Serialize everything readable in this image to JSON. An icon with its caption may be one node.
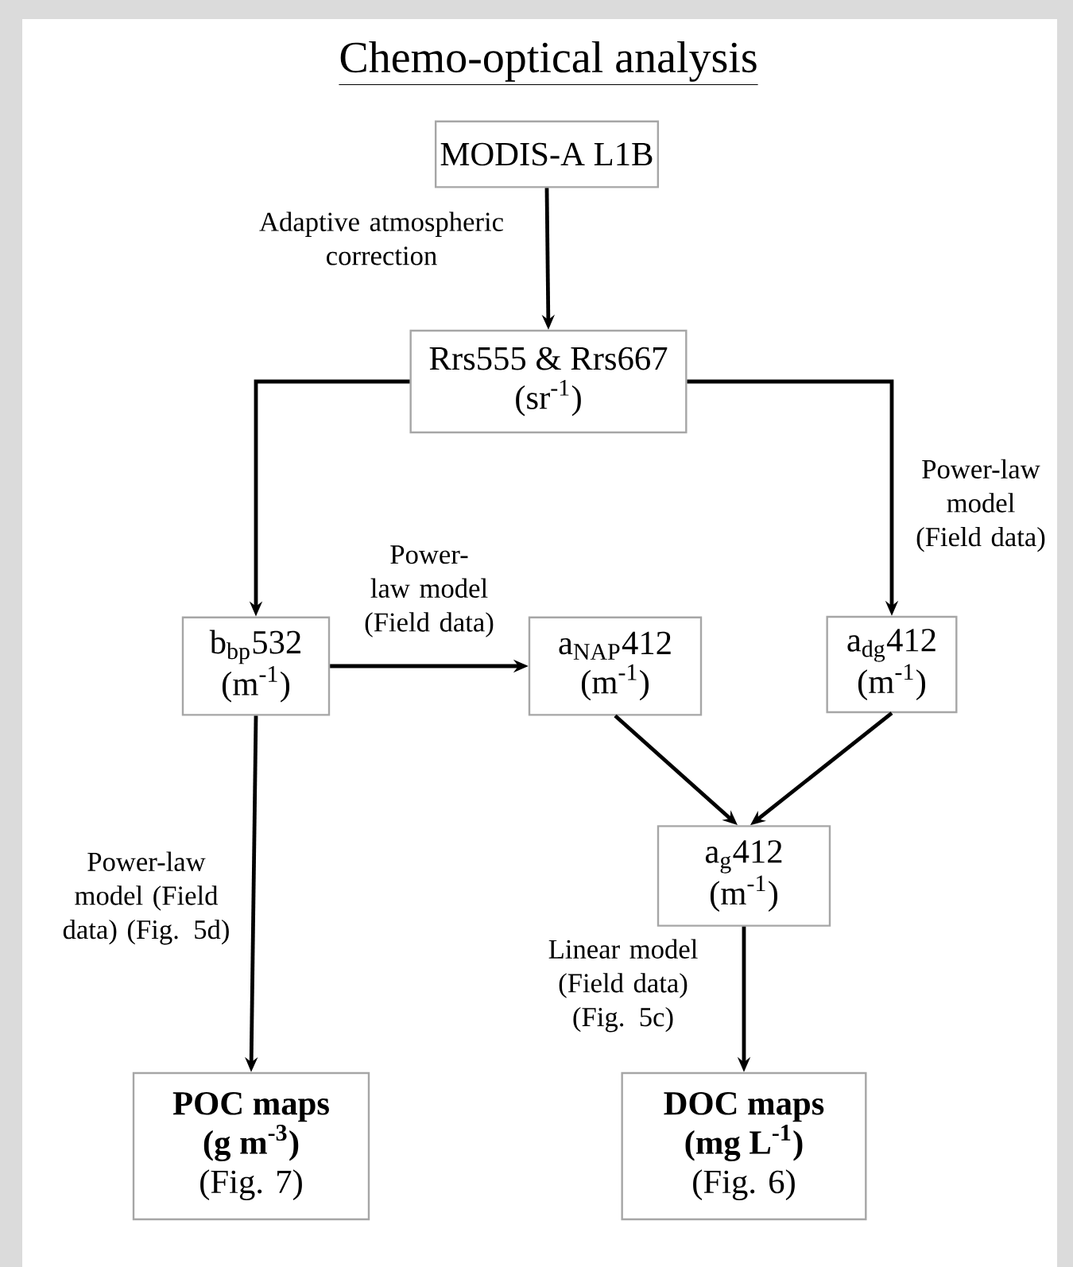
{
  "diagram": {
    "title": "Chemo-optical analysis",
    "nodes": [
      {
        "text": [
          "MODIS-A L1B"
        ]
      },
      {
        "text": [
          "Rrs555 & Rrs667",
          "(sr$^{-1}$)"
        ]
      },
      {
        "text": [
          "b$_{bp}$532",
          "(m$^{-1}$)"
        ]
      },
      {
        "text": [
          "a$_{NAP}$412",
          "(m$^{-1}$)"
        ]
      },
      {
        "text": [
          "a$_{dg}$412",
          "(m$^{-1}$)"
        ]
      },
      {
        "text": [
          "a$_{g}$412",
          "(m$^{-1}$)"
        ]
      },
      {
        "text": [
          "POC maps",
          "(g m$^{-3}$)",
          "(Fig. 7)"
        ]
      },
      {
        "text": [
          "DOC maps",
          "(mg L$^{-1}$)",
          "(Fig. 6)"
        ]
      }
    ],
    "edges": [
      {
        "from": 0,
        "to": 1,
        "arrow": "to",
        "label": "Adaptive atmospheric correction"
      },
      {
        "from": 1,
        "to": 2,
        "arrow": "to"
      },
      {
        "from": 1,
        "to": 4,
        "arrow": "to",
        "label": "Power-law model (Field data)"
      },
      {
        "from": 2,
        "to": 3,
        "arrow": "to",
        "label": "Power-law model (Field data)"
      },
      {
        "from": 3,
        "to": 5,
        "arrow": "to"
      },
      {
        "from": 4,
        "to": 5,
        "arrow": "to"
      },
      {
        "from": 2,
        "to": 6,
        "arrow": "to",
        "label": "Power-law model (Field data) (Fig. 5d)"
      },
      {
        "from": 5,
        "to": 7,
        "arrow": "to",
        "label": "Linear model (Field data) (Fig. 5c)"
      }
    ]
  }
}
